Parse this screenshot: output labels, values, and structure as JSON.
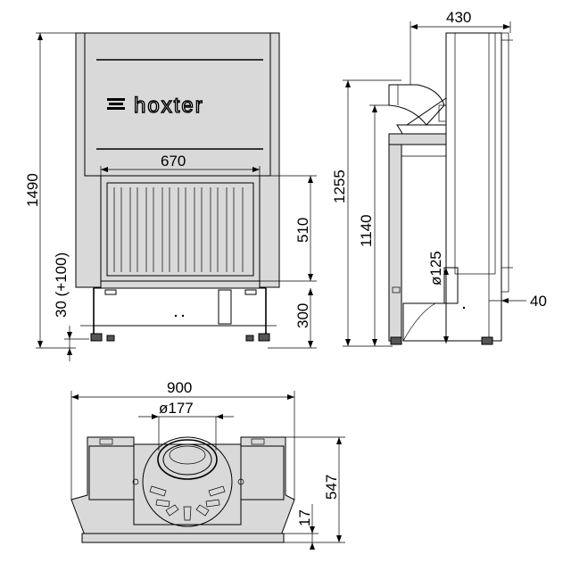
{
  "brand": {
    "logo_text": "hoxter"
  },
  "front_view": {
    "overall_height": "1490",
    "glass_width": "670",
    "glass_height": "510",
    "base_height": "300",
    "foot_adjust": "30 (+100)"
  },
  "side_view": {
    "depth": "430",
    "flue_height": "1255",
    "air_inlet_height": "1140",
    "air_inlet_diameter": "ø125",
    "rear_offset": "40"
  },
  "top_view": {
    "overall_width": "900",
    "flue_diameter": "ø177",
    "overall_depth": "547",
    "front_offset": "17"
  },
  "colors": {
    "line": "#000000",
    "panel": "#d9d9d9",
    "background": "#ffffff"
  }
}
